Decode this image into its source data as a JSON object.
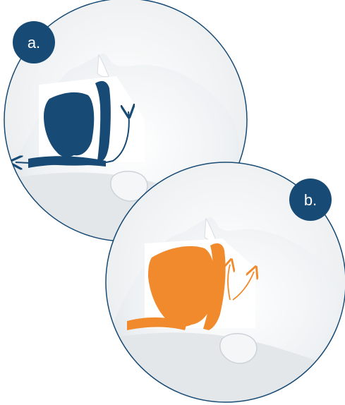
{
  "panels": [
    {
      "label": "a.",
      "accent_color": "#174a74",
      "description_state": "airway-open"
    },
    {
      "label": "b.",
      "accent_color": "#f08a2c",
      "description_state": "airway-partially-obstructed"
    }
  ],
  "colors": {
    "circle_border": "#174a74",
    "head_fill": "#f2f4f5",
    "head_shadow": "#d5dade",
    "background": "#ffffff"
  }
}
